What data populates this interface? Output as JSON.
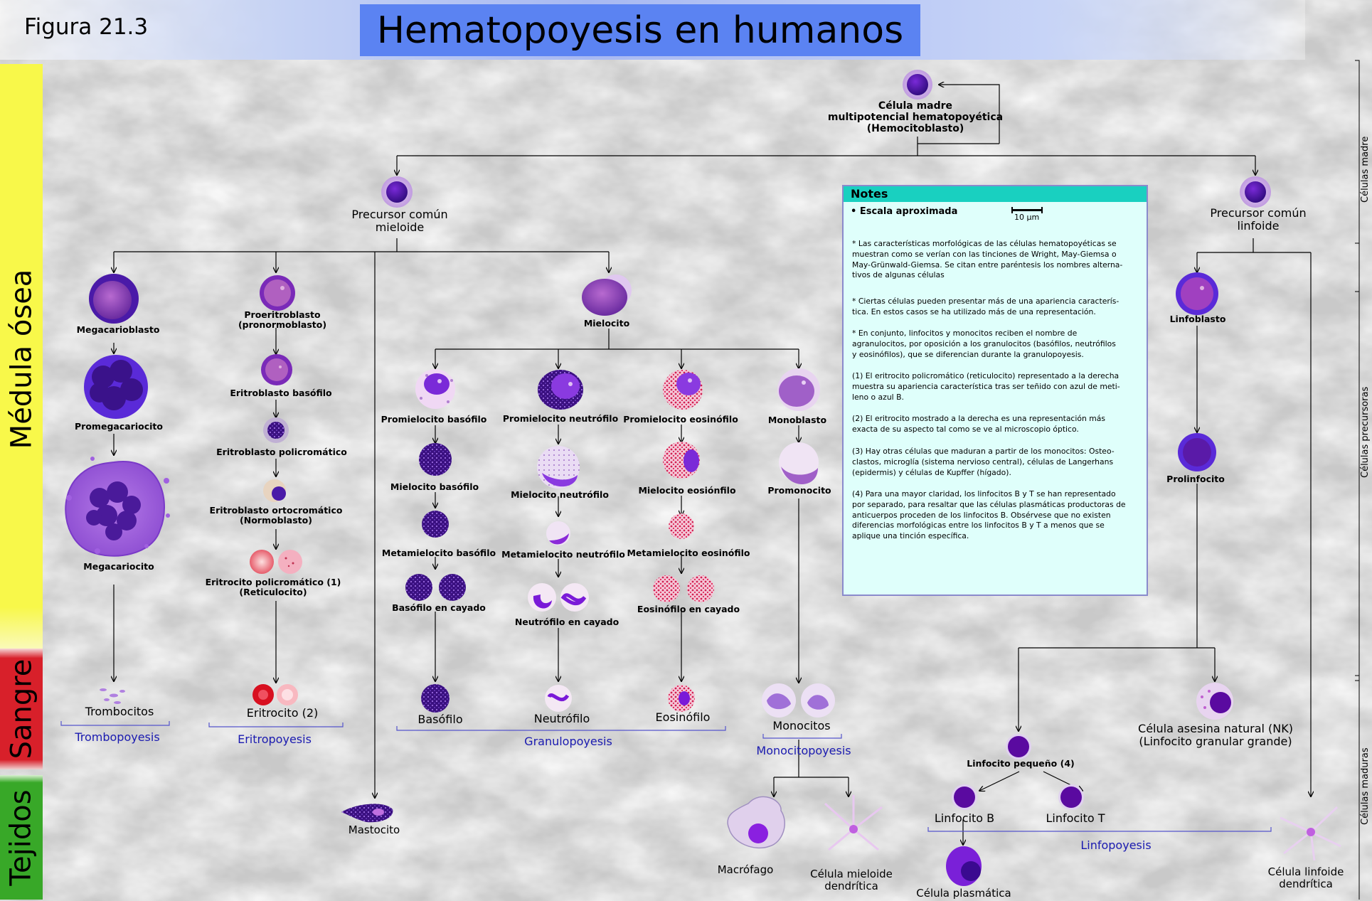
{
  "figure_label": "Figura 21.3",
  "title": "Hematopoyesis en humanos",
  "bands": {
    "medula": "Médula ósea",
    "sangre": "Sangre",
    "tejidos": "Tejidos"
  },
  "side": {
    "madre": "Células madre",
    "precursoras": "Células precursoras",
    "maduras": "Células maduras"
  },
  "cells": {
    "hemocitoblasto": "Célula madre\nmultipotencial hematopoyética\n(Hemocitoblasto)",
    "mieloide": "Precursor común\nmieloide",
    "linfoide": "Precursor común\nlinfoide",
    "megacarioblasto": "Megacarioblasto",
    "promegacariocito": "Promegacariocito",
    "megacariocito": "Megacariocito",
    "trombocitos": "Trombocitos",
    "proeritroblasto": "Proeritroblasto\n(pronormoblasto)",
    "eritro_basofilo": "Eritroblasto basófilo",
    "eritro_poli": "Eritroblasto policromático",
    "eritro_orto": "Eritroblasto ortocromático\n(Normoblasto)",
    "eritro_policrom": "Eritrocito policromático (1)\n(Reticulocito)",
    "eritrocito": "Eritrocito (2)",
    "mastocito": "Mastocito",
    "mielocito": "Mielocito",
    "prom_bas": "Promielocito basófilo",
    "prom_neu": "Promielocito neutrófilo",
    "prom_eos": "Promielocito eosinófilo",
    "monoblasto": "Monoblasto",
    "miel_bas": "Mielocito basófilo",
    "miel_neu": "Mielocito neutrófilo",
    "miel_eos": "Mielocito eosiónfilo",
    "promonocito": "Promonocito",
    "meta_bas": "Metamielocito basófilo",
    "meta_neu": "Metamielocito neutrófilo",
    "meta_eos": "Metamielocito eosinófilo",
    "cay_bas": "Basófilo en cayado",
    "cay_neu": "Neutrófilo en cayado",
    "cay_eos": "Eosinófilo en cayado",
    "basofilo": "Basófilo",
    "neutrofilo": "Neutrófilo",
    "eosinofilo": "Eosinófilo",
    "monocitos": "Monocitos",
    "macrofago": "Macrófago",
    "mieloide_dend": "Célula mieloide\ndendrítica",
    "linfoblasto": "Linfoblasto",
    "prolinfocito": "Prolinfocito",
    "nk": "Célula asesina natural (NK)\n(Linfocito granular grande)",
    "linf_peq": "Linfocito pequeño (4)",
    "linf_b": "Linfocito B",
    "linf_t": "Linfocito T",
    "plasmatica": "Célula plasmática",
    "linfoide_dend": "Célula linfoide\ndendrítica"
  },
  "processes": {
    "tromb": "Trombopoyesis",
    "eritro": "Eritropoyesis",
    "granulo": "Granulopoyesis",
    "mono": "Monocitopoyesis",
    "linfo": "Linfopoyesis"
  },
  "notes": {
    "header": "Notes",
    "scale_label": "•   Escala aproximada",
    "scale_unit": "10 µm",
    "p1": "* Las características morfológicas de las células hematopoyéticas se\nmuestran como se verían con las tinciones de Wright, May-Giemsa o\nMay-Grünwald-Giemsa. Se citan entre paréntesis los nombres alterna-\ntivos de algunas células",
    "p2": "* Ciertas células pueden presentar más de una apariencia caracterís-\ntica. En estos casos se ha utilizado más de una representación.",
    "p3": "* En conjunto, linfocitos y monocitos reciben el nombre de\nagranulocitos, por oposición a los granulocitos (basófilos, neutrófilos\ny eosinófilos), que se diferencian durante la granulopoyesis.",
    "p4": "(1) El eritrocito policromático (reticulocito) representado a la derecha\nmuestra su apariencia característica tras ser teñido con azul de meti-\nleno o azul B.",
    "p5": "(2) El eritrocito mostrado a la derecha es una representación más\nexacta de su aspecto tal como se ve al microscopio óptico.",
    "p6": "(3) Hay otras células que maduran a partir de los monocitos: Osteo-\nclastos, microglía (sistema nervioso central), células de Langerhans\n(epidermis) y células de Kupffer (hígado).",
    "p7": "(4) Para una mayor claridad, los linfocitos B y T se han representado\npor separado, para resaltar que las células plasmáticas productoras de\nanticuerpos proceden de los linfocitos B. Obsérvese que no existen\ndiferencias morfológicas entre los linfocitos B y T a menos que se\naplique una tinción específica."
  },
  "colors": {
    "medula": "#f8f84a",
    "sangre": "#d8202a",
    "tejidos": "#38a828",
    "title_box": "#5b83f2",
    "notes_head": "#19d0c0",
    "process_text": "#1a1ab0"
  }
}
